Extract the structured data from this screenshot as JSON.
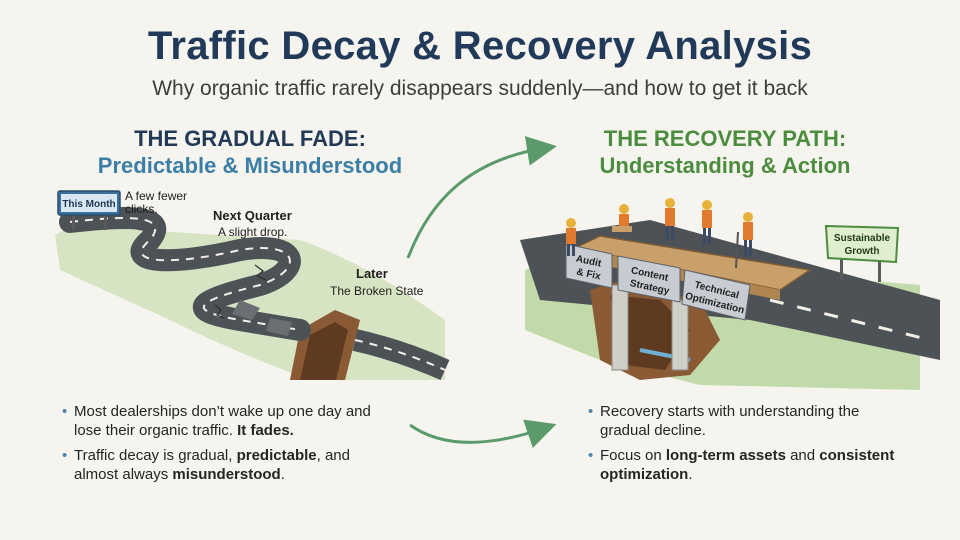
{
  "header": {
    "title": "Traffic Decay & Recovery Analysis",
    "subtitle": "Why organic traffic rarely disappears suddenly—and how to get it back"
  },
  "left": {
    "title_line1": "THE GRADUAL FADE:",
    "title_line2": "Predictable & Misunderstood",
    "sign": "This Month",
    "stages": [
      {
        "label": "",
        "note": "A few fewer clicks."
      },
      {
        "label": "Next Quarter",
        "note": "A slight drop."
      },
      {
        "label": "Later",
        "note": "The Broken State"
      }
    ],
    "bullets": [
      {
        "text_a": "Most dealerships don’t wake up one day and lose their organic traffic.",
        "bold": "It fades.",
        "text_b": ""
      },
      {
        "text_a": "Traffic decay is gradual,",
        "bold": "predictable",
        "text_b": ", and almost always",
        "bold2": "misunderstood",
        "text_c": "."
      }
    ]
  },
  "right": {
    "title_line1": "THE RECOVERY PATH:",
    "title_line2": "Understanding & Action",
    "sign_line1": "Sustainable",
    "sign_line2": "Growth",
    "planks": [
      {
        "line1": "Audit",
        "line2": "& Fix"
      },
      {
        "line1": "Content",
        "line2": "Strategy"
      },
      {
        "line1": "Technical",
        "line2": "Optimization"
      }
    ],
    "bullets": [
      {
        "text_a": "Recovery starts with understanding the gradual decline.",
        "bold": "",
        "text_b": ""
      },
      {
        "text_a": "Focus on",
        "bold": "long-term assets",
        "text_b": "and",
        "bold2": "consistent optimization",
        "text_c": "."
      }
    ]
  },
  "colors": {
    "title": "#213a5a",
    "blue_accent": "#3b7ea6",
    "green_accent": "#4b8c3f",
    "arrow": "#5b9a6a",
    "road": "#555a60",
    "grass": "#8fb870"
  },
  "icons": [
    "arrow-up-icon",
    "arrow-down-icon",
    "worker-icon",
    "sign-icon"
  ]
}
